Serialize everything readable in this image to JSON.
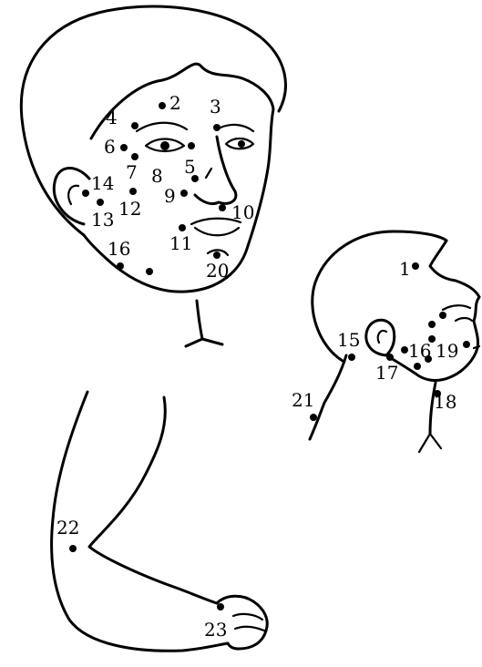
{
  "points": [
    {
      "id": "1",
      "label": "1"
    },
    {
      "id": "2",
      "label": "2"
    },
    {
      "id": "3",
      "label": "3"
    },
    {
      "id": "4",
      "label": "4"
    },
    {
      "id": "5",
      "label": "5"
    },
    {
      "id": "6",
      "label": "6"
    },
    {
      "id": "7",
      "label": "7"
    },
    {
      "id": "8",
      "label": "8"
    },
    {
      "id": "9",
      "label": "9"
    },
    {
      "id": "10",
      "label": "10"
    },
    {
      "id": "11",
      "label": "11"
    },
    {
      "id": "12",
      "label": "12"
    },
    {
      "id": "13",
      "label": "13"
    },
    {
      "id": "14",
      "label": "14"
    },
    {
      "id": "15",
      "label": "15"
    },
    {
      "id": "16",
      "label": "16"
    },
    {
      "id": "17",
      "label": "17"
    },
    {
      "id": "18",
      "label": "18"
    },
    {
      "id": "19",
      "label": "19"
    },
    {
      "id": "20",
      "label": "20"
    },
    {
      "id": "21",
      "label": "21"
    },
    {
      "id": "22",
      "label": "22"
    },
    {
      "id": "23",
      "label": "23"
    }
  ]
}
